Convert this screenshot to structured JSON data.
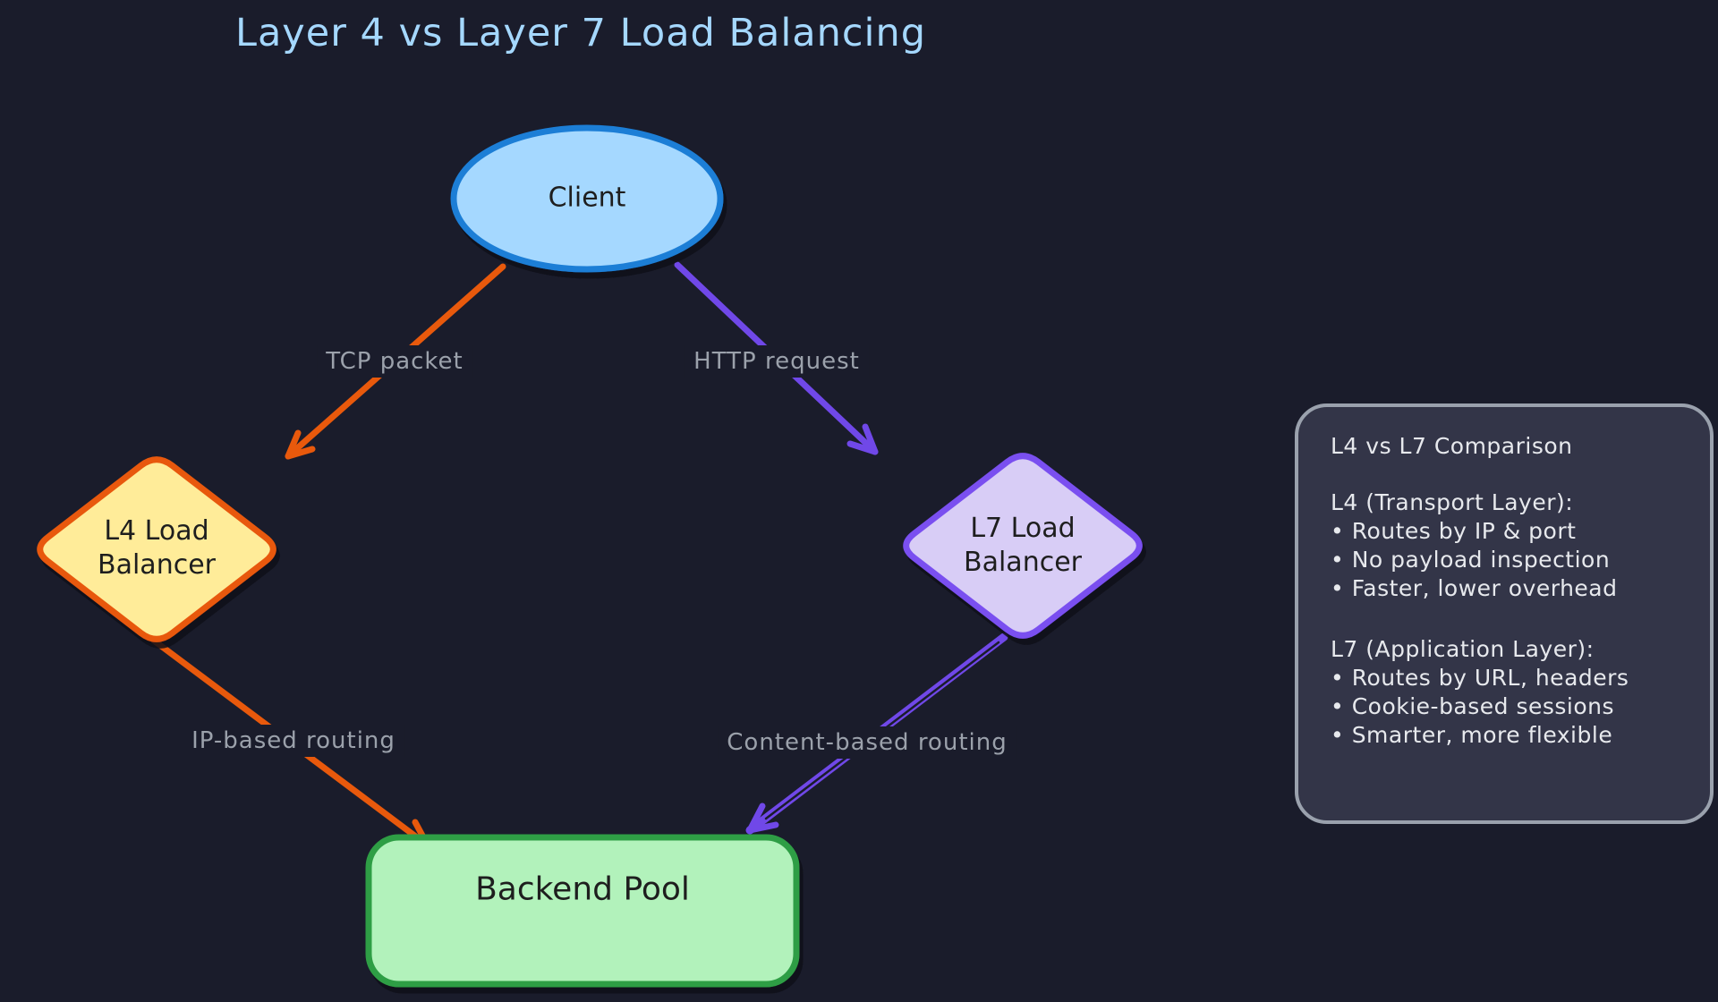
{
  "title": "Layer 4 vs Layer 7 Load Balancing",
  "nodes": {
    "client": {
      "label": "Client"
    },
    "l4_balancer": {
      "line1": "L4 Load",
      "line2": "Balancer"
    },
    "l7_balancer": {
      "line1": "L7 Load",
      "line2": "Balancer"
    },
    "backend_pool": {
      "label": "Backend Pool"
    }
  },
  "edge_labels": {
    "client_to_l4": "TCP packet",
    "client_to_l7": "HTTP request",
    "l4_to_backend": "IP-based routing",
    "l7_to_backend": "Content-based routing"
  },
  "comparison_panel": {
    "title": "L4 vs L7 Comparison",
    "l4_heading": "L4 (Transport Layer):",
    "l4_bullets": [
      "• Routes by IP & port",
      "• No payload inspection",
      "• Faster, lower overhead"
    ],
    "l7_heading": "L7 (Application Layer):",
    "l7_bullets": [
      "• Routes by URL, headers",
      "• Cookie-based sessions",
      "• Smarter, more flexible"
    ]
  },
  "colors": {
    "background": "#1a1c2b",
    "title_text": "#a5d8ff",
    "client_fill": "#a5d8ff",
    "client_stroke": "#1c7ed6",
    "l4_fill": "#ffec99",
    "l4_stroke": "#e8590c",
    "l7_fill": "#d8cdf6",
    "l7_stroke": "#7a4ff0",
    "backend_fill": "#b2f2bb",
    "backend_stroke": "#2f9e44",
    "orange_arrow": "#e8590c",
    "purple_arrow": "#7048e8",
    "edge_label_text": "#9ba1ab",
    "panel_fill": "#333548",
    "panel_border": "#9aa1ad",
    "panel_text": "#e7e9ed",
    "node_text": "#1e1e1e"
  }
}
